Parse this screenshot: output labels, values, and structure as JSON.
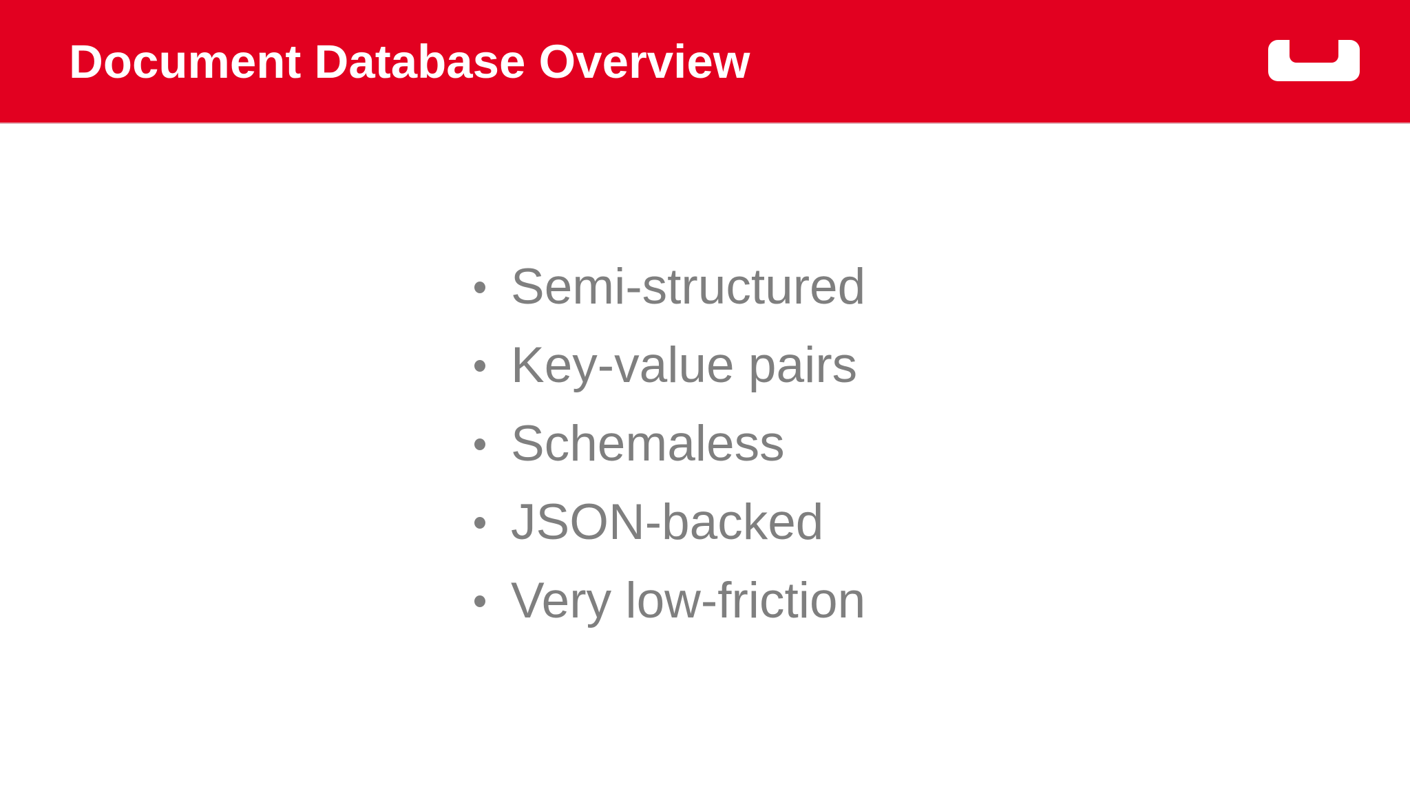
{
  "header": {
    "title": "Document Database Overview",
    "background_color": "#E20020",
    "title_color": "#FFFFFF",
    "logo": "couchbase-bracket-icon"
  },
  "bullets": [
    "Semi-structured",
    "Key-value pairs",
    "Schemaless",
    "JSON-backed",
    "Very low-friction"
  ],
  "colors": {
    "accent_red": "#E20020",
    "bullet_text_gray": "#7F7F7F",
    "body_background": "#FFFFFF"
  }
}
